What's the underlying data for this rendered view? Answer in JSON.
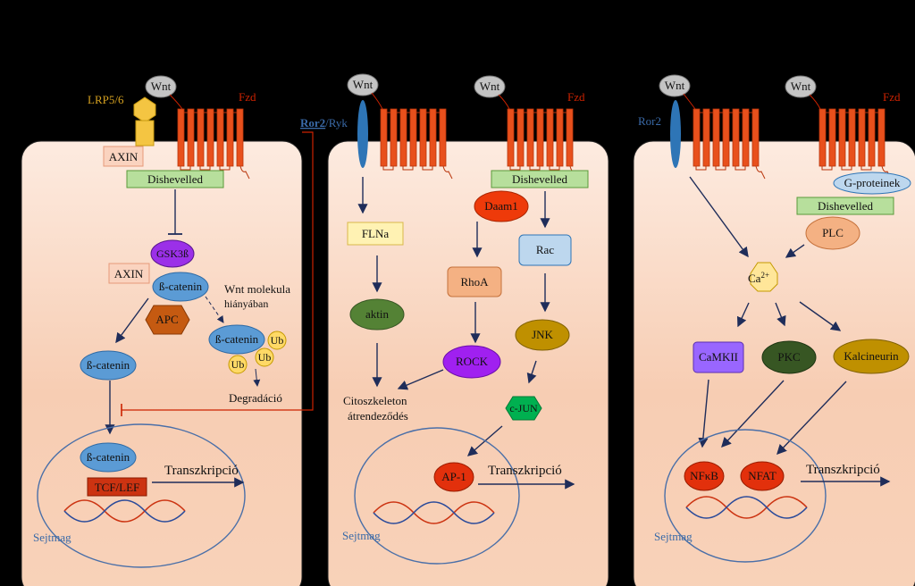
{
  "panel1": {
    "wnt": "Wnt",
    "fzd": "Fzd",
    "lrp": "LRP5/6",
    "axin_top": "AXIN",
    "dishevelled": "Dishevelled",
    "gsk": "GSK3ß",
    "axin_complex": "AXIN",
    "bcatenin_complex": "ß-catenin",
    "apc": "APC",
    "wnt_absent_line1": "Wnt molekula",
    "wnt_absent_line2": "hiányában",
    "bcatenin_ub": "ß-catenin",
    "ub": "Ub",
    "degradation": "Degradáció",
    "bcatenin_free": "ß-catenin",
    "bcatenin_nuc": "ß-catenin",
    "tcf": "TCF/LEF",
    "transcription": "Transzkripció",
    "nucleus": "Sejtmag"
  },
  "panel2": {
    "wnt1": "Wnt",
    "wnt2": "Wnt",
    "fzd": "Fzd",
    "ror2": "Ror2",
    "ryk": "/Ryk",
    "dishevelled": "Dishevelled",
    "daam1": "Daam1",
    "flna": "FLNa",
    "rac": "Rac",
    "rhoa": "RhoA",
    "aktin": "aktin",
    "jnk": "JNK",
    "rock": "ROCK",
    "cyto_line1": "Citoszkeleton",
    "cyto_line2": "átrendeződés",
    "cjun": "c-JUN",
    "ap1": "AP-1",
    "transcription": "Transzkripció",
    "nucleus": "Sejtmag"
  },
  "panel3": {
    "wnt1": "Wnt",
    "wnt2": "Wnt",
    "fzd": "Fzd",
    "ror2": "Ror2",
    "gproteins": "G-proteinek",
    "dishevelled": "Dishevelled",
    "plc": "PLC",
    "ca": "Ca",
    "ca_sup": "2+",
    "camkii": "CaMKII",
    "pkc": "PKC",
    "calcineurin": "Kalcineurin",
    "nfkb": "NFκB",
    "nfat": "NFAT",
    "transcription": "Transzkripció",
    "nucleus": "Sejtmag"
  }
}
